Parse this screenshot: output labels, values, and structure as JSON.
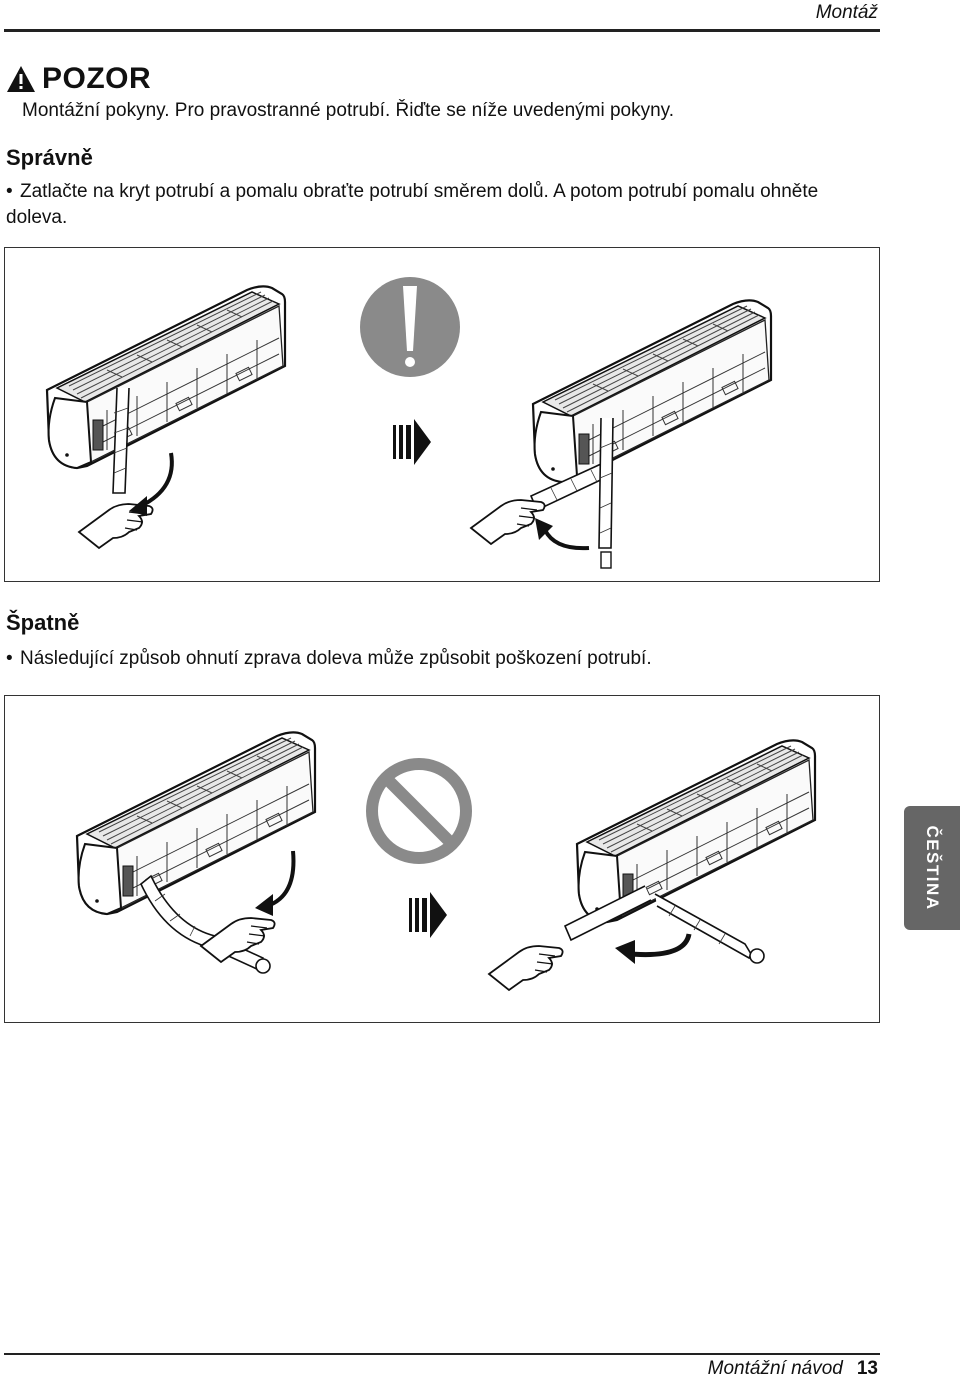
{
  "header": {
    "section": "Montáž"
  },
  "caution": {
    "title": "POZOR",
    "text": "Montážní pokyny. Pro pravostranné potrubí. Řiďte se níže uvedenými pokyny."
  },
  "correct": {
    "title": "Správně",
    "bullet": "Zatlačte na kryt potrubí a pomalu obraťte potrubí směrem dolů. A potom potrubí pomalu ohněte doleva."
  },
  "wrong": {
    "title": "Špatně",
    "bullet": "Následující způsob ohnutí zprava doleva může způsobit poškození potrubí."
  },
  "side_tab": {
    "label": "ČEŠTINA"
  },
  "footer": {
    "title": "Montážní návod",
    "page": "13"
  },
  "icons": {
    "caution": "warning-triangle-icon",
    "notice": "exclamation-circle-icon",
    "prohibited": "no-entry-icon",
    "step": "step-arrow-icon"
  },
  "colors": {
    "symbol_gray": "#8a8a8a",
    "tab_gray": "#666666"
  }
}
